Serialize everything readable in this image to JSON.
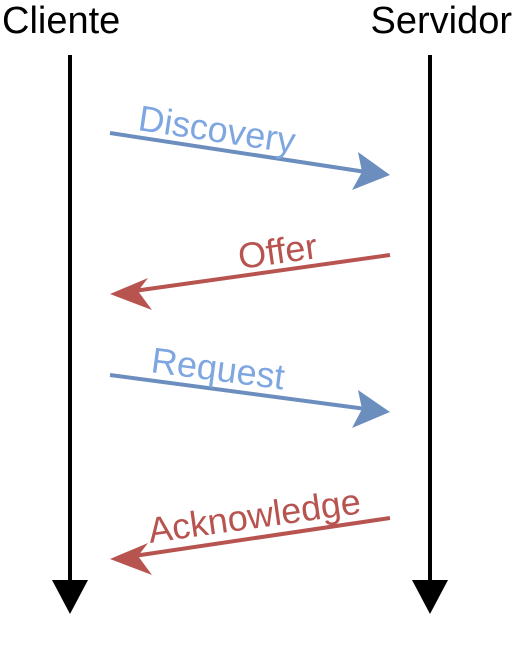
{
  "actors": {
    "client": "Cliente",
    "server": "Servidor"
  },
  "messages": [
    {
      "label": "Discovery",
      "direction": "client-to-server",
      "color": "#6c8ebf",
      "text_color": "#7ea6e0"
    },
    {
      "label": "Offer",
      "direction": "server-to-client",
      "color": "#b85450",
      "text_color": "#b85450"
    },
    {
      "label": "Request",
      "direction": "client-to-server",
      "color": "#6c8ebf",
      "text_color": "#7ea6e0"
    },
    {
      "label": "Acknowledge",
      "direction": "server-to-client",
      "color": "#b85450",
      "text_color": "#b85450"
    }
  ],
  "lifeline_color": "#000000"
}
